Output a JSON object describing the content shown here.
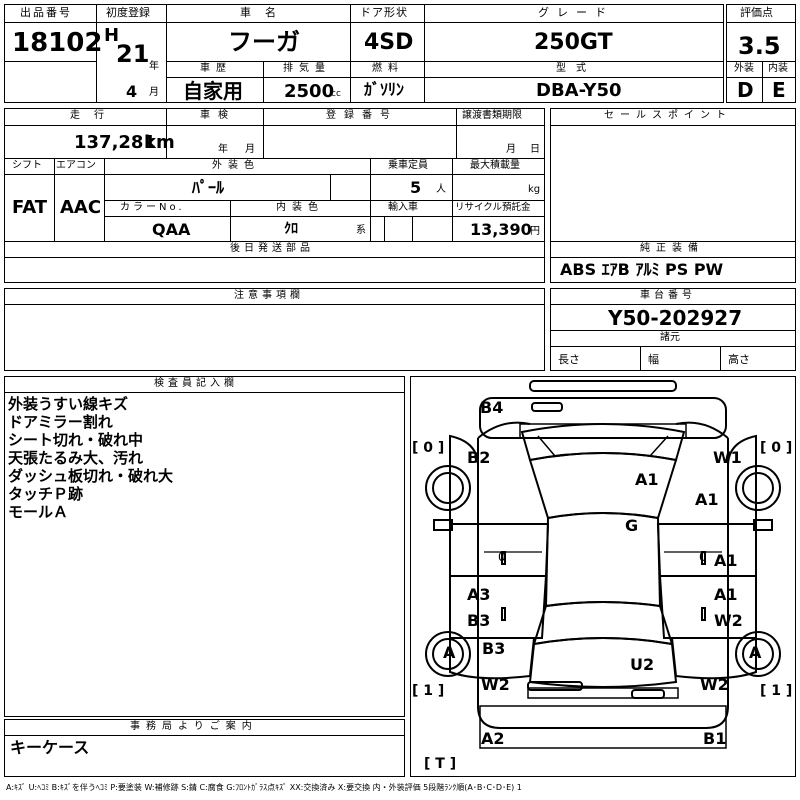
{
  "header": {
    "lot_label": "出品番号",
    "lot_no": "18102",
    "first_reg_label": "初度登録",
    "era": "H",
    "year": "21",
    "year_unit": "年",
    "month": "4",
    "month_unit": "月",
    "car_name_label": "車名",
    "car_name": "フーガ",
    "door_label": "ドア形状",
    "door": "4SD",
    "grade_label": "グレード",
    "grade": "250GT",
    "score_label": "評価点",
    "score": "3.5",
    "exterior_label": "外装",
    "exterior": "D",
    "interior_label": "内装",
    "interior": "E",
    "history_label": "車歴",
    "history": "自家用",
    "displacement_label": "排気量",
    "displacement": "2500",
    "displacement_unit": "cc",
    "fuel_label": "燃料",
    "fuel": "ｶﾞｿﾘﾝ",
    "model_label": "型式",
    "model": "DBA-Y50"
  },
  "row2": {
    "mileage_label": "走行",
    "mileage": "137,281",
    "mileage_unit": "km",
    "inspection_label": "車検",
    "insp_year_unit": "年",
    "insp_month_unit": "月",
    "registration_label": "登録番号",
    "transfer_label": "譲渡書類期限",
    "transfer_month_unit": "月",
    "transfer_day_unit": "日",
    "shift_label": "シフト",
    "shift": "FAT",
    "ac_label": "エアコン",
    "ac": "AAC",
    "color_label": "外装色",
    "color": "ﾊﾟｰﾙ",
    "capacity_label": "乗車定員",
    "capacity": "5",
    "capacity_unit": "人",
    "load_label": "最大積載量",
    "load_unit": "kg",
    "color_no_label": "カラーNo.",
    "color_no": "QAA",
    "interior_color_label": "内装色",
    "interior_color": "ｸﾛ",
    "interior_color_suffix": "系",
    "import_label": "輸入車",
    "recycle_label": "リサイクル預託金",
    "recycle": "13,390",
    "recycle_unit": "円"
  },
  "sales_point_label": "セールスポイント",
  "later_parts_label": "後日発送部品",
  "genuine_label": "純正装備",
  "genuine": "ABS ｴｱB ｱﾙﾐ PS PW",
  "notes_label": "注意事項欄",
  "chassis_label": "車台番号",
  "chassis": "Y50-202927",
  "specs_label": "諸元",
  "length_label": "長さ",
  "width_label": "幅",
  "height_label": "高さ",
  "inspector_label": "検査員記入欄",
  "inspector_notes": [
    "外装うすい線キズ",
    "ドアミラー割れ",
    "シート切れ・破れ中",
    "天張たるみ大、汚れ",
    "ダッシュ板切れ・破れ大",
    "タッチＰ跡",
    "モールＡ"
  ],
  "office_label": "事務局よりご案内",
  "office_note": "キーケース",
  "legend": "A:ｷｽﾞ U:ﾍｺﾐ B:ｷｽﾞを伴うﾍｺﾐ P:要塗装 W:補修跡 S:錆 C:腐食 G:ﾌﾛﾝﾄｶﾞﾗｽ点ｷｽﾞ XX:交換済み X:要交換 内・外装評価 5段階ﾗﾝｸ順(A･B･C･D･E) 1",
  "diagram": {
    "bracket_tl": "[ 0 ]",
    "bracket_tr": "[ 0 ]",
    "bracket_bl": "[ 1 ]",
    "bracket_br": "[ 1 ]",
    "bracket_t": "[ T ]",
    "tire_fl": "",
    "tire_fr": "",
    "tire_rl": "A",
    "tire_rr": "A",
    "marks": {
      "b4": "B4",
      "b2": "B2",
      "w1": "W1",
      "a1_hood": "A1",
      "a1_fender": "A1",
      "g": "G",
      "a1_door": "A1",
      "a3": "A3",
      "a1_rdoor": "A1",
      "b3_door": "B3",
      "w2_door": "W2",
      "b3_quarter": "B3",
      "u2": "U2",
      "w2_rl": "W2",
      "w2_rr": "W2",
      "a2": "A2",
      "b1": "B1",
      "zero_l": "0",
      "zero_r": "0"
    }
  }
}
